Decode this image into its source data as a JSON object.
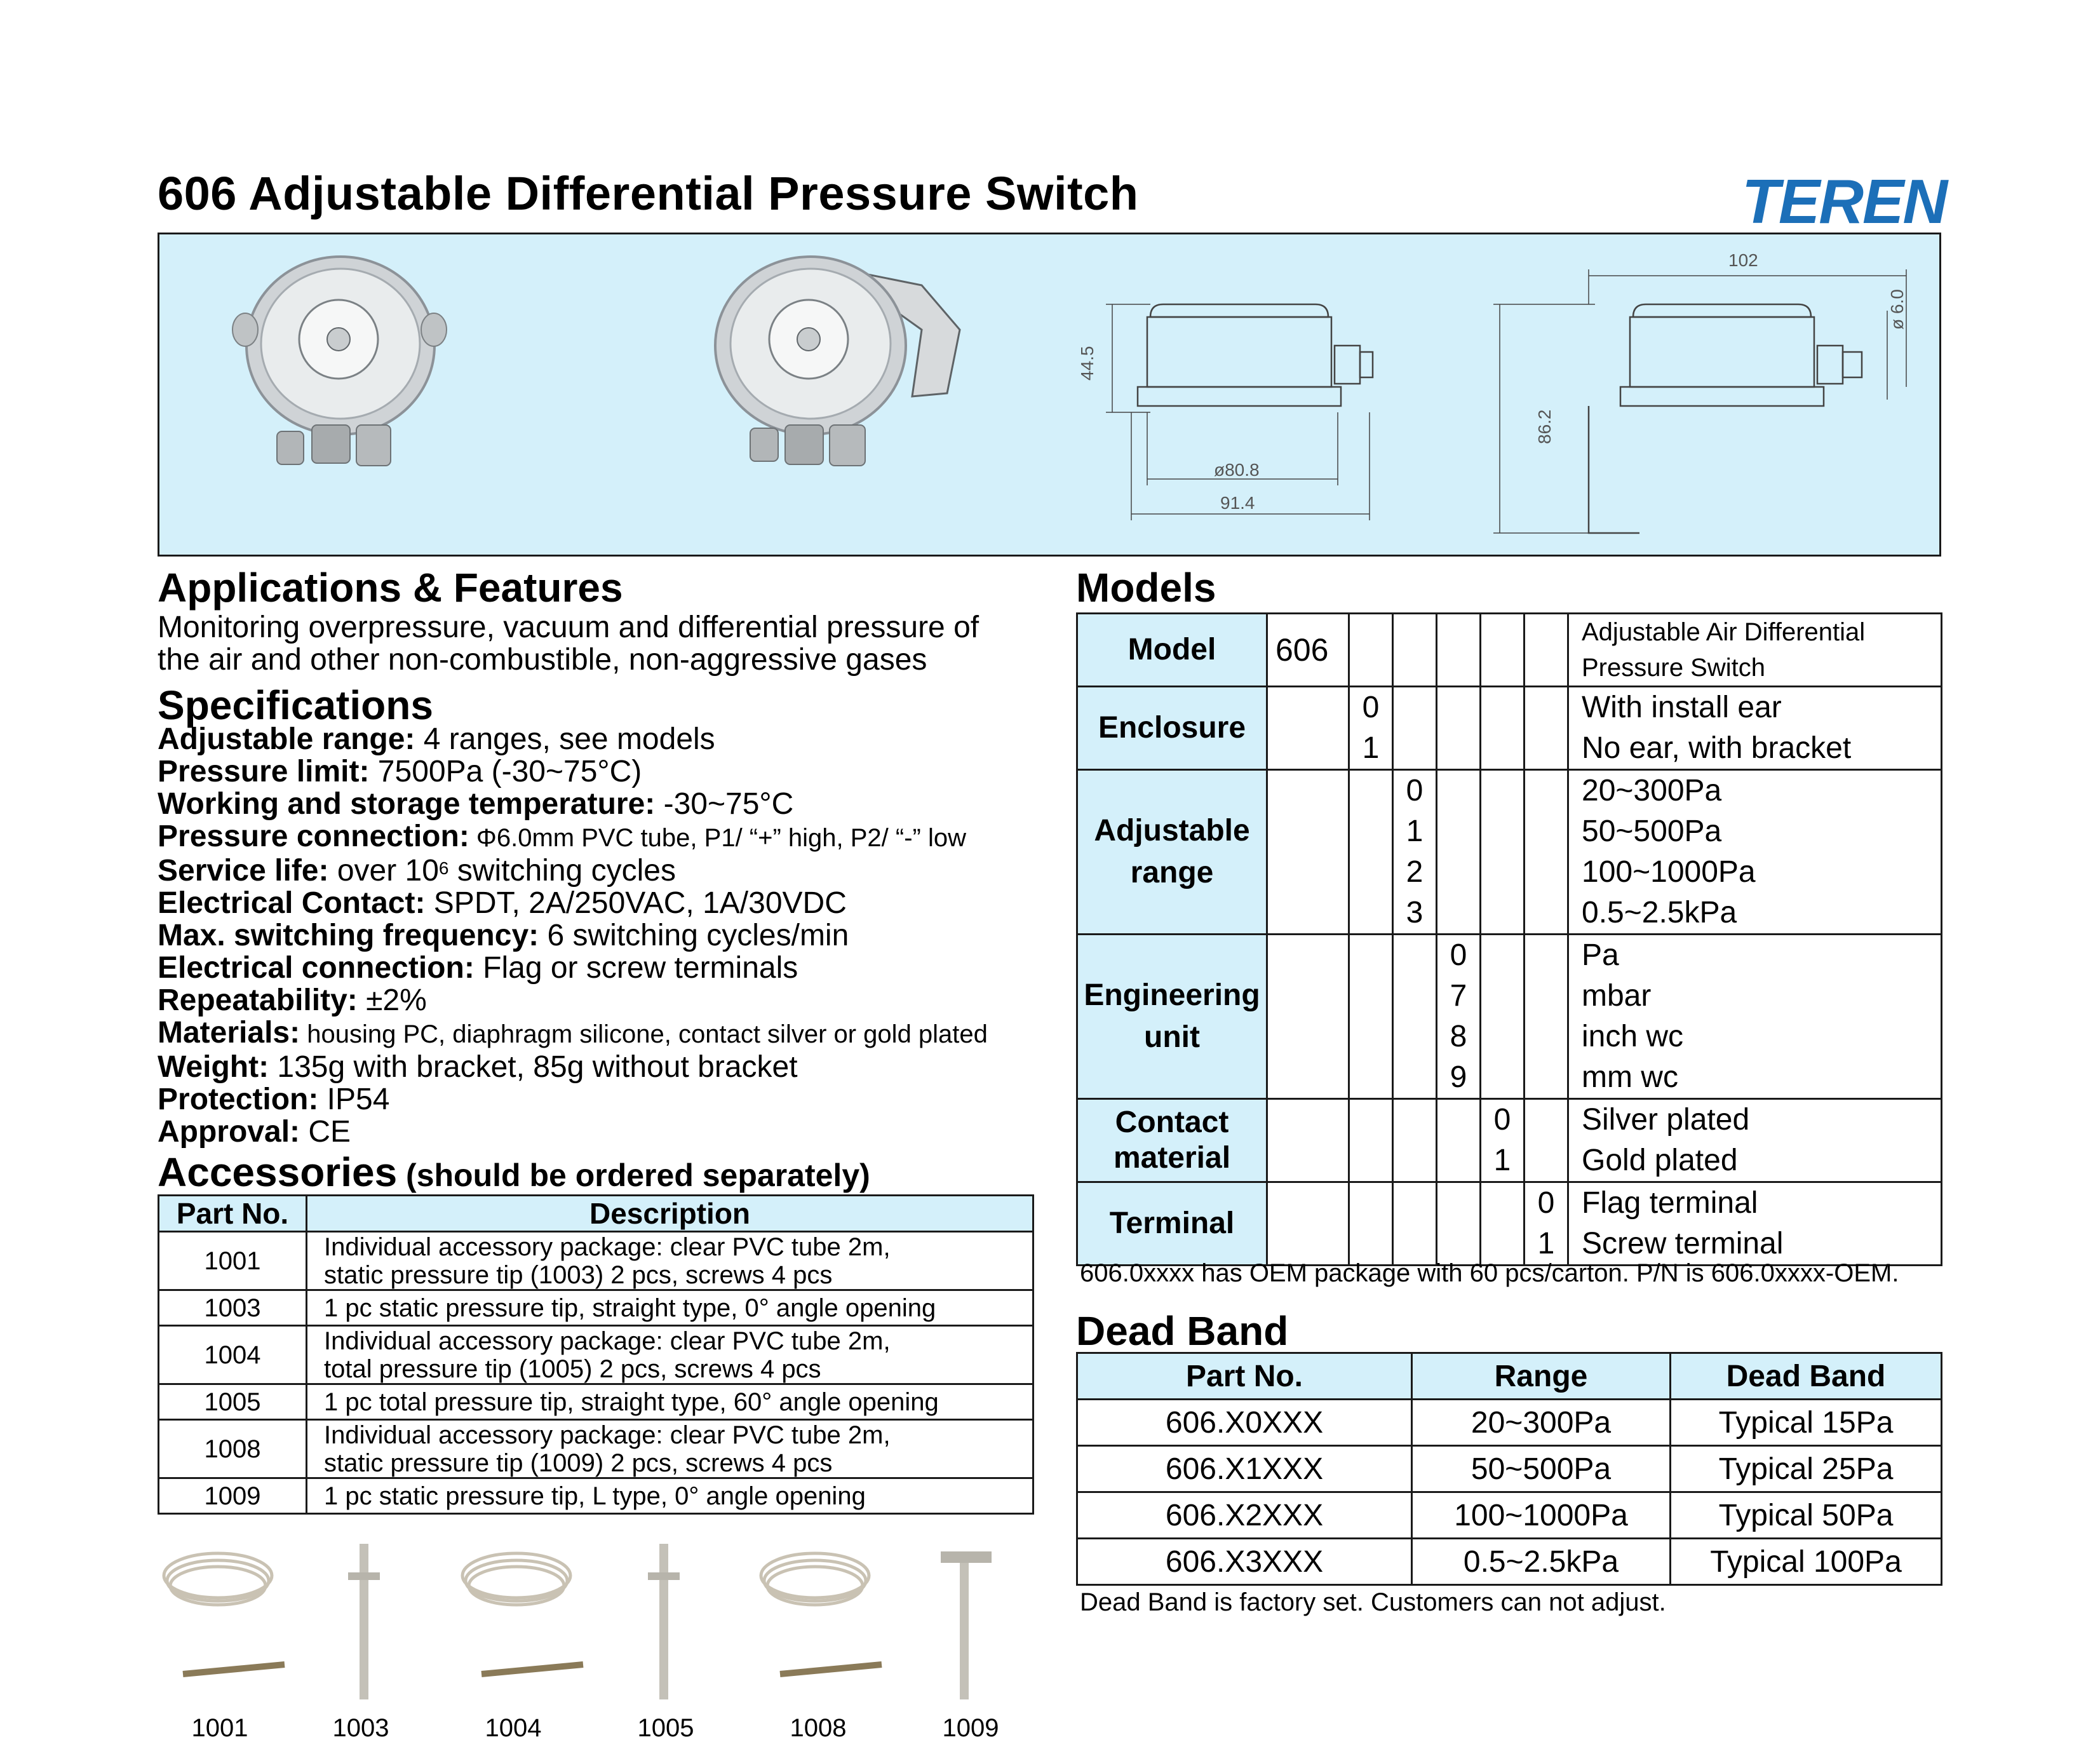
{
  "header": {
    "title": "606 Adjustable Differential Pressure Switch",
    "logo_text": "TEREN",
    "brand_color": "#1c6fb8"
  },
  "drawing": {
    "dim_height_1": "44.5",
    "dim_dia": "ø80.8",
    "dim_width": "91.4",
    "dim_top": "102",
    "dim_tube": "ø 6.0",
    "dim_height_2": "86.2"
  },
  "applications": {
    "heading": "Applications & Features",
    "line1": "Monitoring overpressure, vacuum and differential pressure of",
    "line2": "the air and other non-combustible, non-aggressive gases"
  },
  "specifications": {
    "heading": "Specifications",
    "items": [
      {
        "label": "Adjustable range:",
        "value": " 4 ranges, see models"
      },
      {
        "label": "Pressure limit:",
        "value": " 7500Pa (-30~75°C)"
      },
      {
        "label": "Working and storage temperature:",
        "value": " -30~75°C"
      },
      {
        "label": "Pressure connection:",
        "value": " Φ6.0mm PVC tube, P1/ “+” high, P2/ “-” low"
      },
      {
        "label": "Service life:",
        "value_a": " over 10",
        "sup": "6",
        "value_b": " switching cycles"
      },
      {
        "label": "Electrical Contact:",
        "value": " SPDT, 2A/250VAC, 1A/30VDC"
      },
      {
        "label": "Max. switching frequency:",
        "value": " 6 switching cycles/min"
      },
      {
        "label": "Electrical connection:",
        "value": " Flag or screw terminals"
      },
      {
        "label": "Repeatability:",
        "value": " ±2%"
      },
      {
        "label": "Materials:",
        "value": " housing PC, diaphragm silicone, contact silver or gold plated"
      },
      {
        "label": "Weight:",
        "value": " 135g with bracket, 85g without bracket"
      },
      {
        "label": "Protection:",
        "value": " IP54"
      },
      {
        "label": "Approval:",
        "value": " CE"
      }
    ]
  },
  "accessories": {
    "heading": "Accessories",
    "heading_note": " (should be ordered separately)",
    "col_part": "Part No.",
    "col_desc": "Description",
    "rows": [
      {
        "part": "1001",
        "l1": "Individual accessory package: clear PVC tube 2m,",
        "l2": "static pressure tip (1003) 2 pcs, screws 4 pcs"
      },
      {
        "part": "1003",
        "l1": "1 pc static pressure tip, straight type, 0° angle opening",
        "l2": ""
      },
      {
        "part": "1004",
        "l1": "Individual accessory package: clear PVC tube 2m,",
        "l2": "total pressure tip (1005) 2 pcs, screws 4 pcs"
      },
      {
        "part": "1005",
        "l1": "1 pc total pressure tip, straight type, 60° angle opening",
        "l2": ""
      },
      {
        "part": "1008",
        "l1": "Individual accessory package: clear PVC tube 2m,",
        "l2": "static pressure tip (1009) 2 pcs, screws 4 pcs"
      },
      {
        "part": "1009",
        "l1": "1 pc static pressure tip, L type, 0° angle opening",
        "l2": ""
      }
    ],
    "image_labels": [
      "1001",
      "1003",
      "1004",
      "1005",
      "1008",
      "1009"
    ]
  },
  "models": {
    "heading": "Models",
    "model_label": "Model",
    "model_code": "606",
    "model_desc_1": "Adjustable Air Differential",
    "model_desc_2": "Pressure Switch",
    "enclosure_label": "Enclosure",
    "enclosure": [
      {
        "code": "0",
        "desc": "With install ear"
      },
      {
        "code": "1",
        "desc": "No ear, with bracket"
      }
    ],
    "range_label_1": "Adjustable",
    "range_label_2": "range",
    "range": [
      {
        "code": "0",
        "desc": "20~300Pa"
      },
      {
        "code": "1",
        "desc": "50~500Pa"
      },
      {
        "code": "2",
        "desc": "100~1000Pa"
      },
      {
        "code": "3",
        "desc": "0.5~2.5kPa"
      }
    ],
    "unit_label_1": "Engineering",
    "unit_label_2": "unit",
    "unit": [
      {
        "code": "0",
        "desc": "Pa"
      },
      {
        "code": "7",
        "desc": "mbar"
      },
      {
        "code": "8",
        "desc": "inch wc"
      },
      {
        "code": "9",
        "desc": "mm wc"
      }
    ],
    "contact_label_1": "Contact",
    "contact_label_2": "material",
    "contact": [
      {
        "code": "0",
        "desc": "Silver plated"
      },
      {
        "code": "1",
        "desc": "Gold plated"
      }
    ],
    "terminal_label": "Terminal",
    "terminal": [
      {
        "code": "0",
        "desc": "Flag terminal"
      },
      {
        "code": "1",
        "desc": "Screw terminal"
      }
    ],
    "note": "606.0xxxx has OEM package with 60 pcs/carton. P/N is 606.0xxxx-OEM."
  },
  "dead_band": {
    "heading": "Dead Band",
    "col_part": "Part No.",
    "col_range": "Range",
    "col_band": "Dead Band",
    "rows": [
      {
        "part": "606.X0XXX",
        "range": "20~300Pa",
        "band": "Typical 15Pa"
      },
      {
        "part": "606.X1XXX",
        "range": "50~500Pa",
        "band": "Typical 25Pa"
      },
      {
        "part": "606.X2XXX",
        "range": "100~1000Pa",
        "band": "Typical 50Pa"
      },
      {
        "part": "606.X3XXX",
        "range": "0.5~2.5kPa",
        "band": "Typical 100Pa"
      }
    ],
    "note": "Dead Band is factory set. Customers can not adjust."
  }
}
